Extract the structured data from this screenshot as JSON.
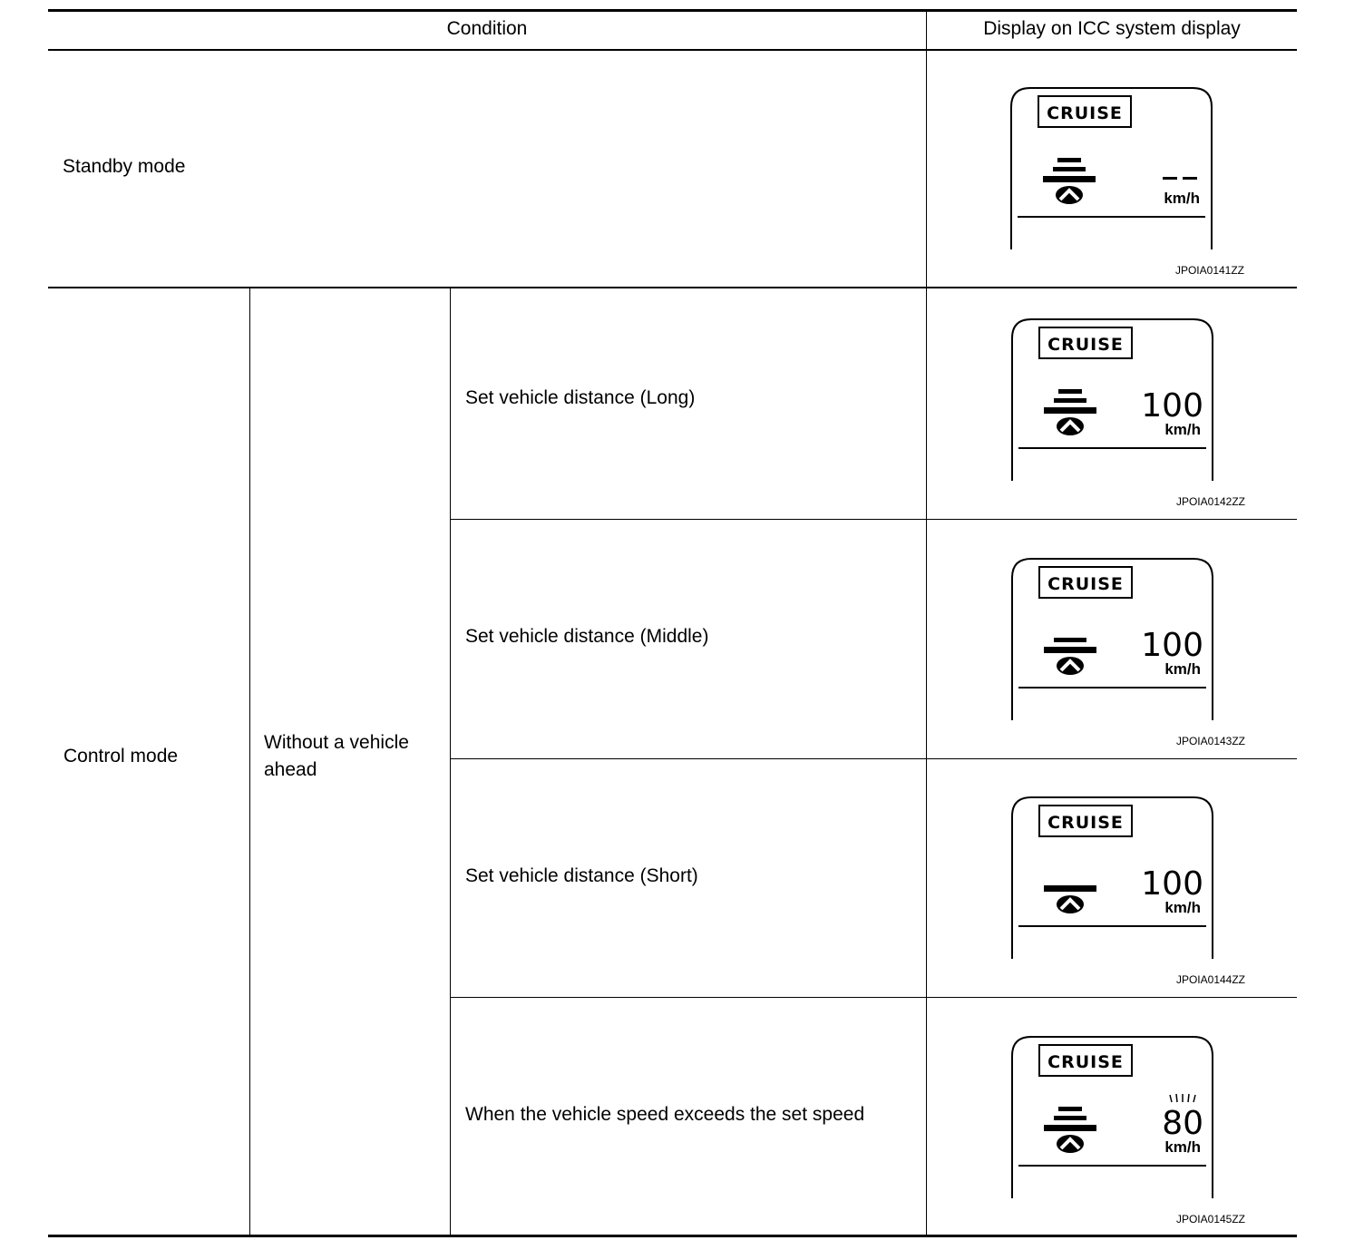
{
  "table": {
    "header": {
      "condition": "Condition",
      "display": "Display on ICC system display"
    },
    "standby": {
      "label": "Standby mode",
      "display": {
        "cruise": "CRUISE",
        "speed": "– –",
        "unit": "km/h",
        "distance_bars": 3,
        "code": "JPOIA0141ZZ"
      }
    },
    "control": {
      "label": "Control mode",
      "sub_label": "Without a vehicle ahead",
      "rows": [
        {
          "condition": "Set vehicle distance (Long)",
          "display": {
            "cruise": "CRUISE",
            "speed": "100",
            "unit": "km/h",
            "distance_bars": 3,
            "code": "JPOIA0142ZZ"
          }
        },
        {
          "condition": "Set vehicle distance (Middle)",
          "display": {
            "cruise": "CRUISE",
            "speed": "100",
            "unit": "km/h",
            "distance_bars": 2,
            "code": "JPOIA0143ZZ"
          }
        },
        {
          "condition": "Set vehicle distance (Short)",
          "display": {
            "cruise": "CRUISE",
            "speed": "100",
            "unit": "km/h",
            "distance_bars": 1,
            "code": "JPOIA0144ZZ"
          }
        },
        {
          "condition": "When the vehicle speed exceeds the set speed",
          "display": {
            "cruise": "CRUISE",
            "speed": "80",
            "unit": "km/h",
            "distance_bars": 3,
            "speed_flashing": true,
            "code": "JPOIA0145ZZ"
          }
        }
      ]
    }
  }
}
